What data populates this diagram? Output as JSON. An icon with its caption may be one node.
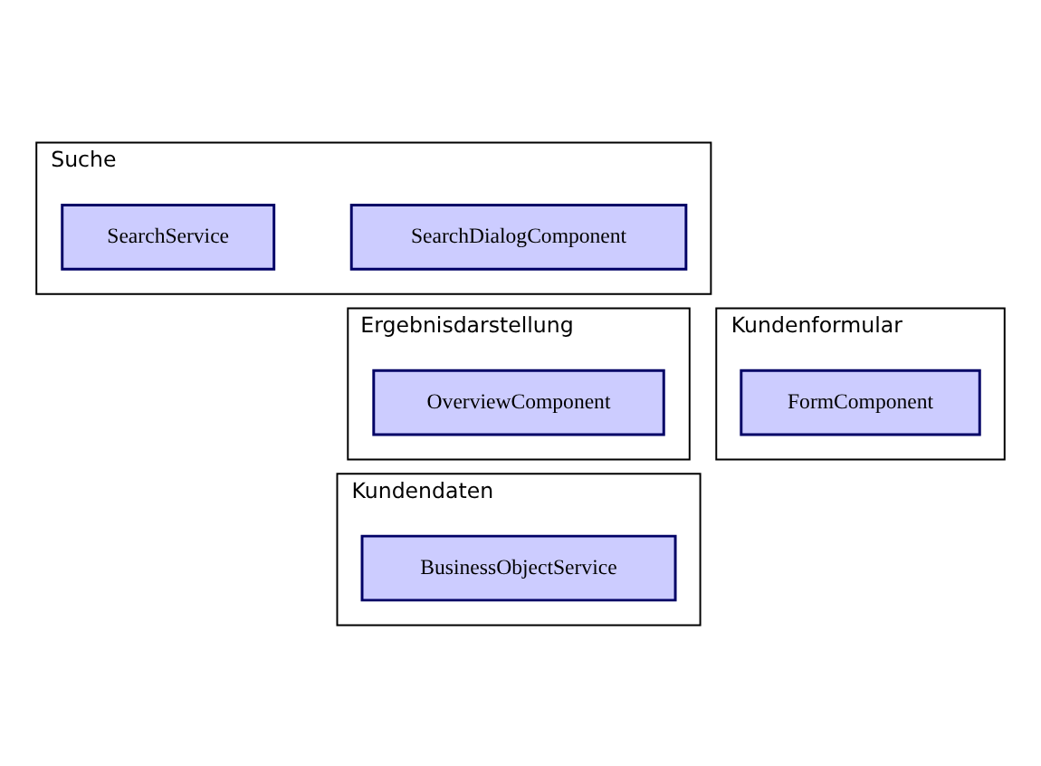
{
  "diagram": {
    "nodes": [
      {
        "text": [
          "Suche"
        ]
      },
      {
        "text": [
          "SearchDialogComponent"
        ],
        "in": 0
      },
      {
        "text": [
          "SearchService"
        ],
        "in": 0
      },
      {
        "text": [
          "Ergebnisdarstellung"
        ]
      },
      {
        "text": [
          "OverviewComponent"
        ],
        "in": 3
      },
      {
        "text": [
          "Kundenformular"
        ]
      },
      {
        "text": [
          "FormComponent"
        ],
        "in": 5
      },
      {
        "text": [
          "Kundendaten"
        ]
      },
      {
        "text": [
          "BusinessObjectService"
        ],
        "in": 7
      }
    ],
    "edges": []
  }
}
